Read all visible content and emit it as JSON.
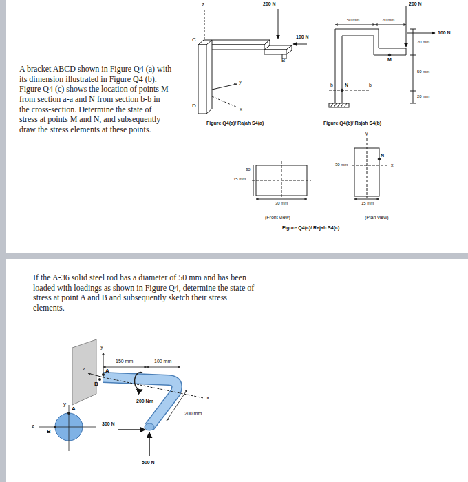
{
  "diagram": {
    "labels": [
      "A bracket ABCD shown in Figure Q4 (a) with its dimension illustrated in Figure Q4 (b). Figure Q4 (c) shows the location of points M from section a-a and N from section b-b in the cross-section. Determine the state of stress at points M and N, and subsequently draw the stress elements at these points.",
      "Figure Q4(a)/ Rajah S4(a)",
      "Figure Q4(b)/ Rajah S4(b)",
      "(Front view)",
      "(Plan view)",
      "Figure Q4(c)/ Rajah S4(c)",
      "z",
      "200 N",
      "100 N",
      "C",
      "B",
      "D",
      "y",
      "x",
      "200 N",
      "50 mm",
      "20 mm",
      "100 N",
      "20 mm",
      "M",
      "50 mm",
      "b",
      "N",
      "b",
      "20 mm",
      "15 mm",
      "30",
      "30 mm",
      "y",
      "30 mm",
      "N",
      "x",
      "15 mm",
      "If the A-36 solid steel rod has a diameter of 50 mm and has been loaded with loadings as shown in Figure Q4, determine the state of stress at point A and B and subsequently sketch their stress elements.",
      "y",
      "150 mm",
      "100 mm",
      "z",
      "A",
      "B",
      "200 Nm",
      "x",
      "200 mm",
      "300 N",
      "500 N",
      "y",
      "A",
      "z",
      "B"
    ]
  }
}
